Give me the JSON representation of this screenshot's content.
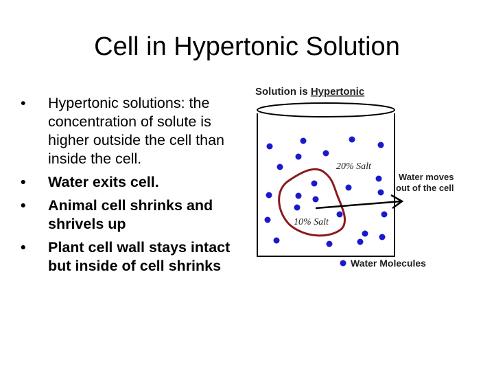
{
  "slide": {
    "title": "Cell in Hypertonic Solution",
    "bullets": [
      {
        "text": "Hypertonic solutions: the concentration of solute is higher outside the cell than inside the cell.",
        "bold": false
      },
      {
        "text": "Water exits cell.",
        "bold": true
      },
      {
        "text": "Animal cell shrinks and shrivels up",
        "bold": true
      },
      {
        "text": "Plant cell wall stays intact but inside of cell shrinks",
        "bold": true
      }
    ]
  },
  "diagram": {
    "heading_prefix": "Solution is ",
    "heading_emphasis": "Hypertonic",
    "outside_salt": "20% Salt",
    "inside_salt": "10% Salt",
    "arrow_label_line1": "Water moves",
    "arrow_label_line2": "out of the cell",
    "legend_label": "Water Molecules",
    "colors": {
      "molecule": "#1a1acc",
      "cell_outline": "#8b1a1a",
      "container": "#000000"
    }
  }
}
